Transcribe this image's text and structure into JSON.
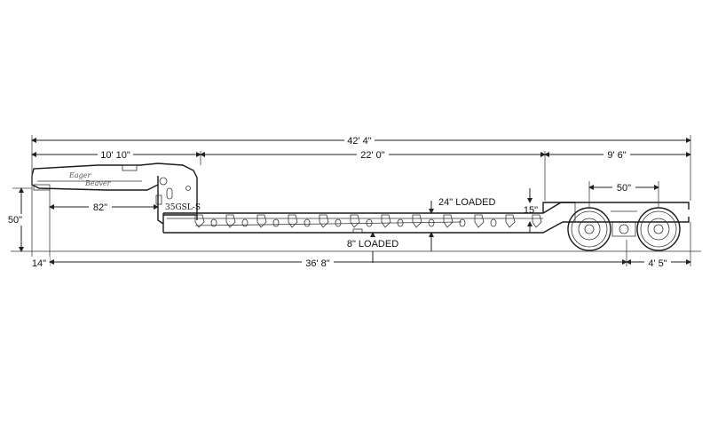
{
  "diagram": {
    "model": "35GSL-S",
    "brand_line1": "Eager",
    "brand_line2": "Beaver",
    "colors": {
      "line": "#1a1a1a",
      "background": "#ffffff"
    },
    "dimensions": {
      "overall_length": "42' 4\"",
      "gooseneck_length": "10' 10\"",
      "deck_length": "22' 0\"",
      "rear_length": "9' 6\"",
      "gooseneck_swing": "82\"",
      "axle_spread": "50\"",
      "rear_deck_height": "15\"",
      "fifth_wheel_height": "50\"",
      "deck_height_loaded": "24\" LOADED",
      "ground_clearance_loaded": "8\" LOADED",
      "front_overhang": "14\"",
      "kingpin_to_axle": "36' 8\"",
      "rear_overhang": "4' 5\""
    }
  }
}
